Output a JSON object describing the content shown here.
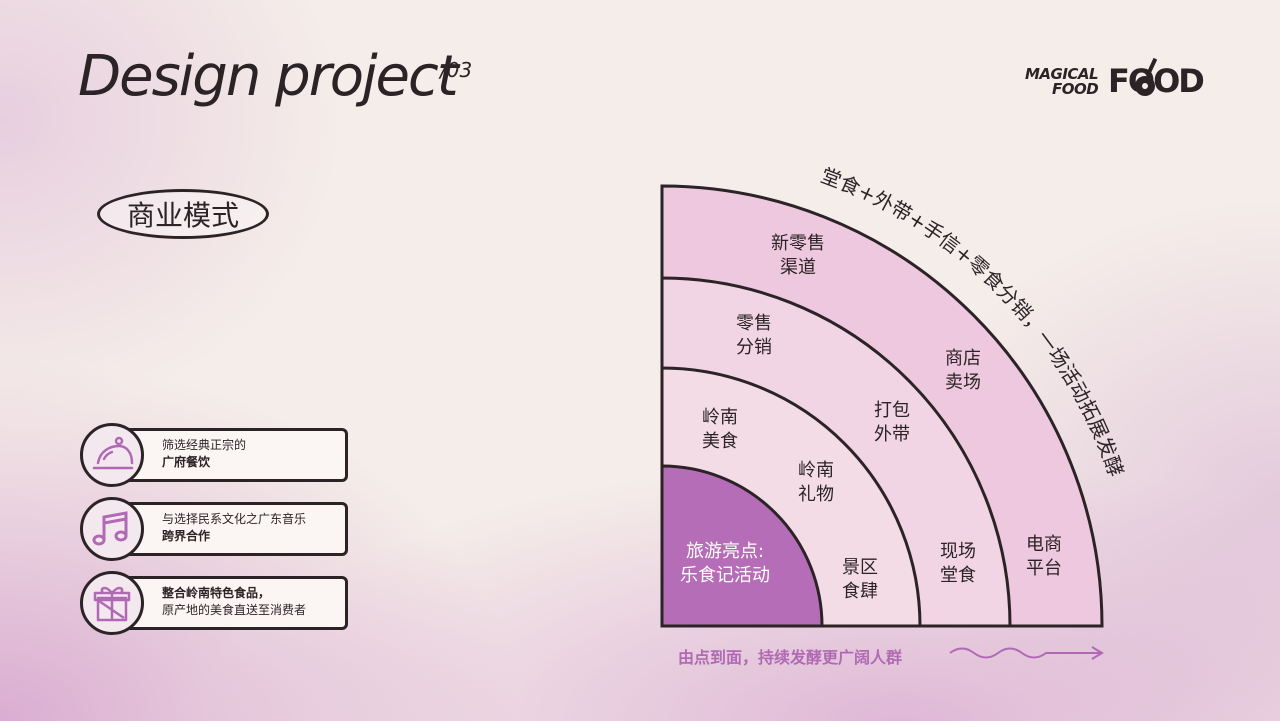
{
  "header": {
    "title": "Design project",
    "page_number": "/03"
  },
  "logo": {
    "line1": "MAGICAL",
    "line2": "FOOD",
    "word": "FOOD",
    "icon": "guitar-icon"
  },
  "section": {
    "badge_label": "商业模式"
  },
  "features": [
    {
      "icon": "food-cloche-icon",
      "line1": "筛选经典正宗的",
      "line2": "广府餐饮",
      "bold_line": 2
    },
    {
      "icon": "music-note-icon",
      "line1": "与选择民系文化之广东音乐",
      "line2": "跨界合作",
      "bold_line": 2
    },
    {
      "icon": "gift-box-icon",
      "line1": "整合岭南特色食品，",
      "line2": "原产地的美食直送至消费者",
      "bold_line": 1
    }
  ],
  "diagram": {
    "curved_caption": "堂食+外带+手信+零食分销，一场活动拓展发酵",
    "core_label_1": "旅游亮点:",
    "core_label_2": "乐食记活动",
    "ring2_top_1": "岭南",
    "ring2_top_2": "美食",
    "ring2_mid_1": "岭南",
    "ring2_mid_2": "礼物",
    "ring2_bottom_1": "景区",
    "ring2_bottom_2": "食肆",
    "ring3_top_1": "零售",
    "ring3_top_2": "分销",
    "ring3_mid_1": "打包",
    "ring3_mid_2": "外带",
    "ring3_bottom_1": "现场",
    "ring3_bottom_2": "堂食",
    "ring4_top_1": "新零售",
    "ring4_top_2": "渠道",
    "ring4_mid_1": "商店",
    "ring4_mid_2": "卖场",
    "ring4_bottom_1": "电商",
    "ring4_bottom_2": "平台",
    "footer": "由点到面，持续发酵更广阔人群",
    "colors": {
      "core": "#b66db7",
      "ring2": "#f4d8e6",
      "ring3": "#f4dce7",
      "ring4": "#f2d5e4",
      "ring5": "#edc8de",
      "stroke": "#2b2326",
      "accent": "#b06ab4"
    }
  }
}
